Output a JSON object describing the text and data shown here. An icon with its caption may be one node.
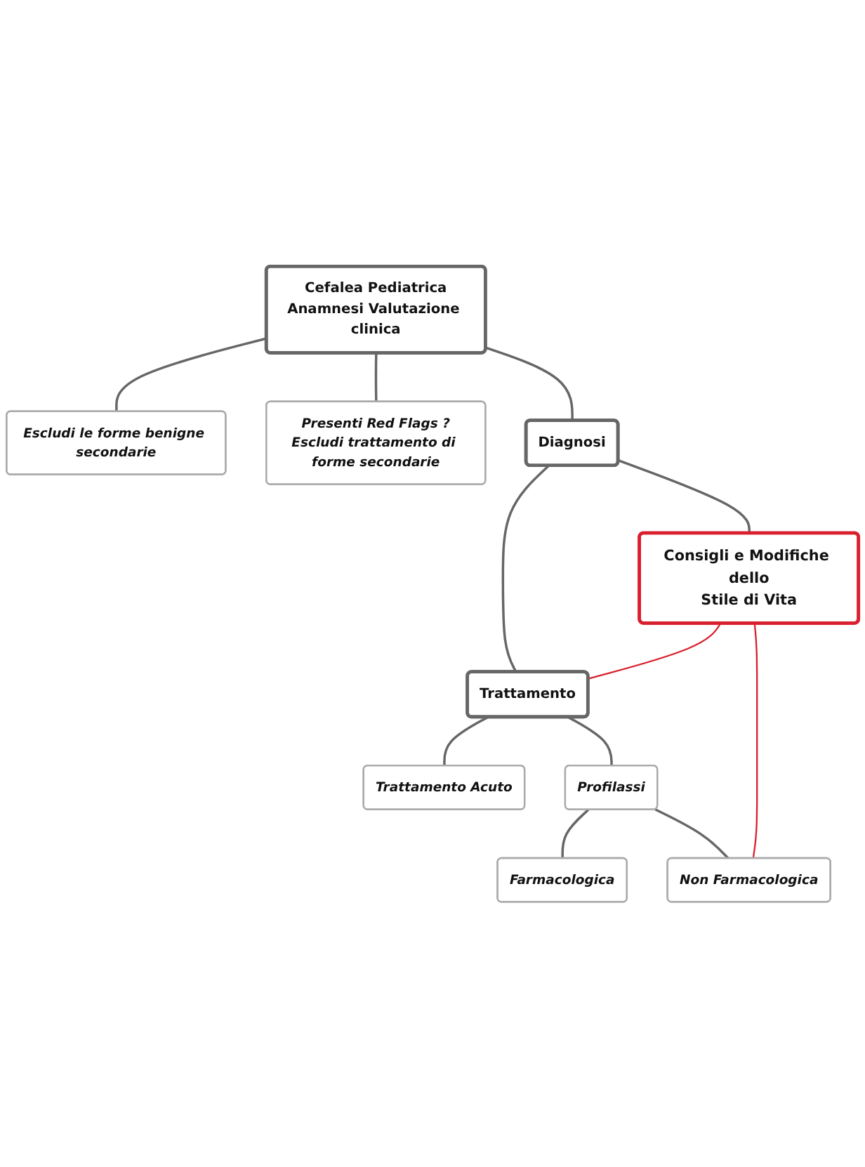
{
  "diagram": {
    "nodes": [
      {
        "text": [
          "Cefalea Pediatrica",
          "Anamnesi Valutazione clinica"
        ]
      },
      {
        "text": [
          "Escludi le forme benigne secondarie"
        ]
      },
      {
        "text": [
          "Presenti Red Flags ?",
          "Escludi trattamento di forme secondarie"
        ]
      },
      {
        "text": [
          "Diagnosi"
        ]
      },
      {
        "text": [
          "Consigli e Modifiche dello",
          "Stile di Vita"
        ]
      },
      {
        "text": [
          "Trattamento"
        ]
      },
      {
        "text": [
          "Trattamento Acuto"
        ]
      },
      {
        "text": [
          "Profilassi"
        ]
      },
      {
        "text": [
          "Farmacologica"
        ]
      },
      {
        "text": [
          "Non Farmacologica"
        ]
      }
    ],
    "edges": [
      {
        "from": 0,
        "to": 1,
        "arrow": "none"
      },
      {
        "from": 0,
        "to": 2,
        "arrow": "none"
      },
      {
        "from": 0,
        "to": 3,
        "arrow": "none"
      },
      {
        "from": 3,
        "to": 4,
        "arrow": "none"
      },
      {
        "from": 3,
        "to": 5,
        "arrow": "none"
      },
      {
        "from": 4,
        "to": 5,
        "arrow": "none",
        "color": "#d9202e"
      },
      {
        "from": 5,
        "to": 6,
        "arrow": "none"
      },
      {
        "from": 5,
        "to": 7,
        "arrow": "none"
      },
      {
        "from": 7,
        "to": 8,
        "arrow": "none"
      },
      {
        "from": 7,
        "to": 9,
        "arrow": "none"
      },
      {
        "from": 4,
        "to": 9,
        "arrow": "none",
        "color": "#d9202e"
      }
    ]
  }
}
